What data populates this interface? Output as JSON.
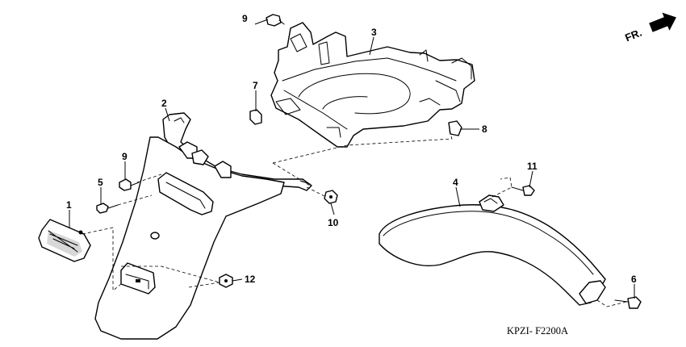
{
  "diagram": {
    "direction_label": "FR.",
    "figure_code": "KPZI- F2200A",
    "callouts": [
      {
        "id": "1",
        "label": "1"
      },
      {
        "id": "2",
        "label": "2"
      },
      {
        "id": "3",
        "label": "3"
      },
      {
        "id": "4",
        "label": "4"
      },
      {
        "id": "5",
        "label": "5"
      },
      {
        "id": "6",
        "label": "6"
      },
      {
        "id": "7",
        "label": "7"
      },
      {
        "id": "8",
        "label": "8"
      },
      {
        "id": "9a",
        "label": "9"
      },
      {
        "id": "9b",
        "label": "9"
      },
      {
        "id": "10",
        "label": "10"
      },
      {
        "id": "11",
        "label": "11"
      },
      {
        "id": "12",
        "label": "12"
      }
    ]
  }
}
